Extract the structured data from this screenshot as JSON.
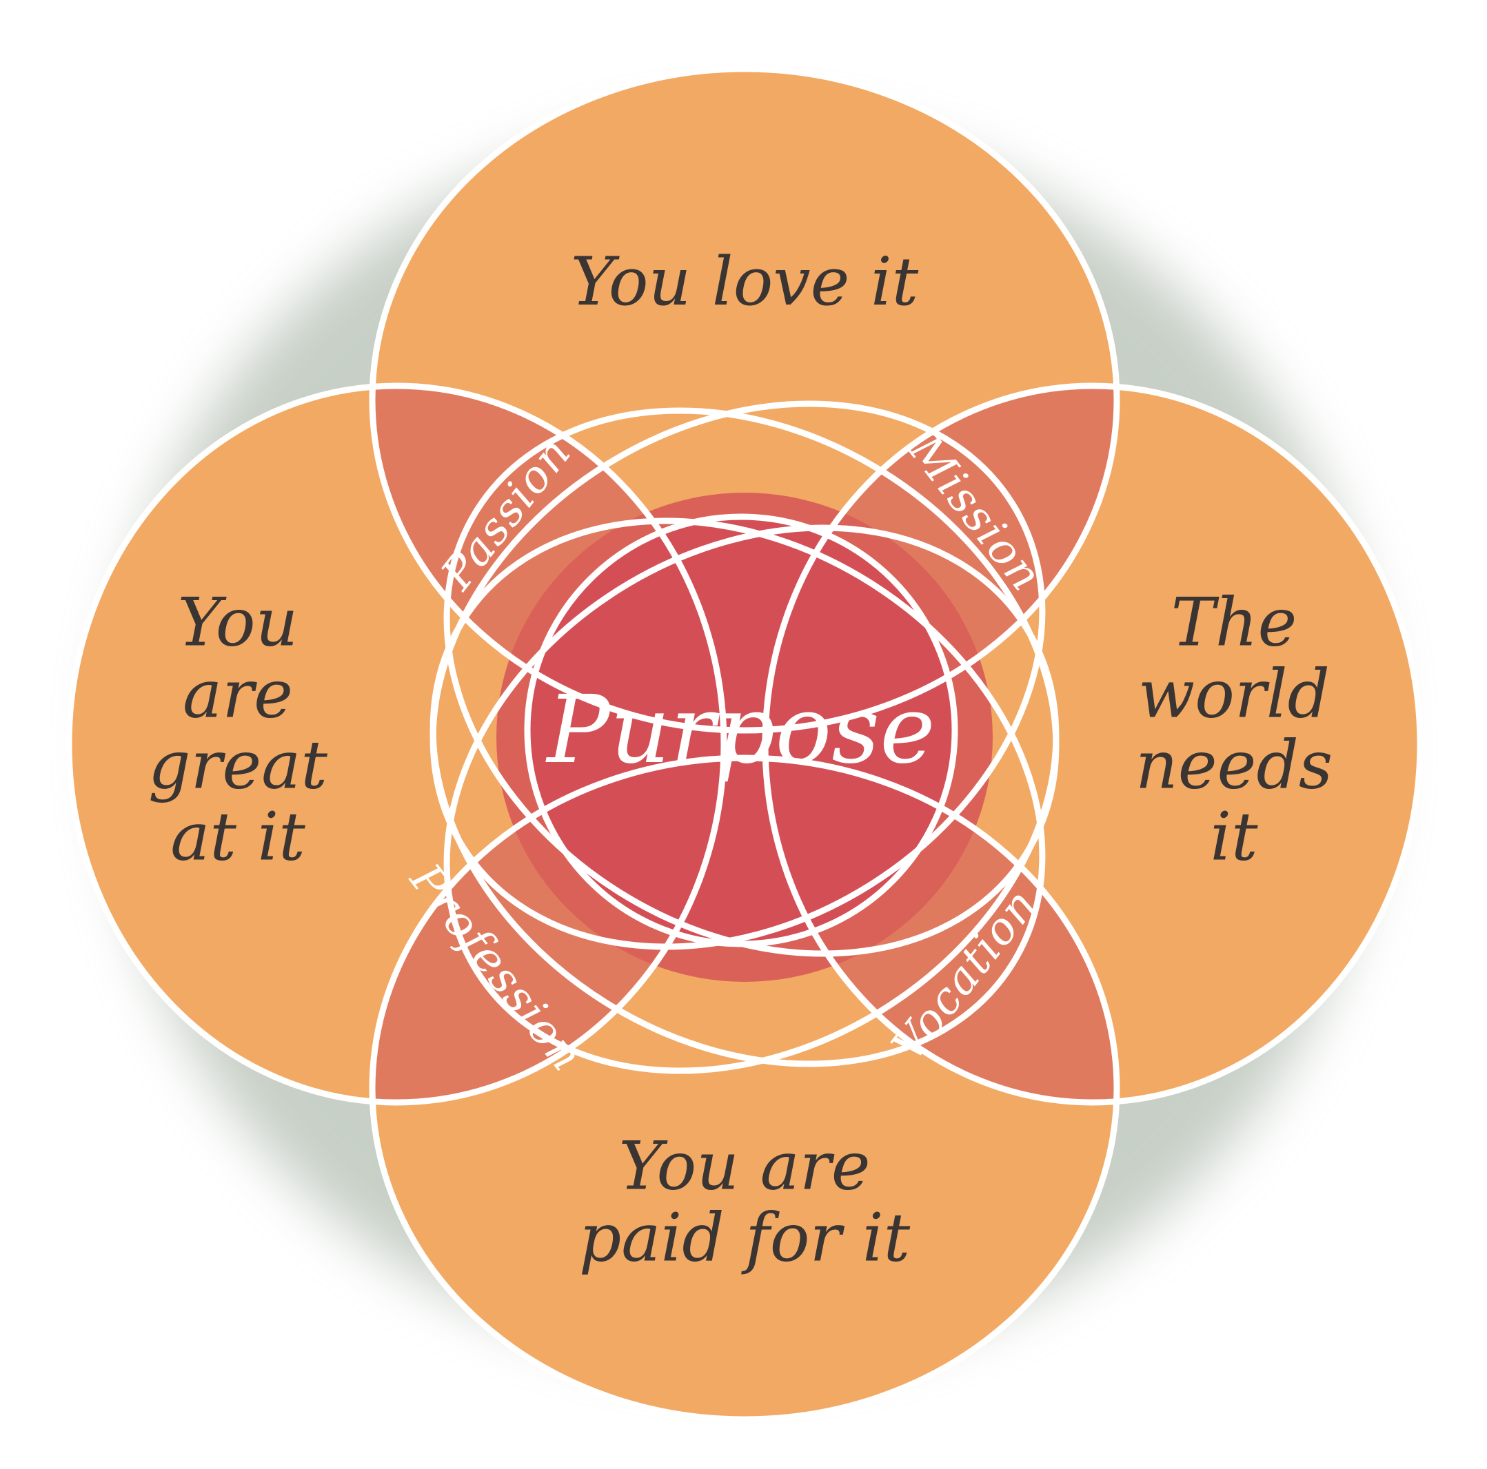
{
  "diagram": {
    "sets": {
      "top": "You love it",
      "left": "You\nare\ngreat\nat it",
      "right": "The\nworld\nneeds\nit",
      "bottom": "You are\npaid for it"
    },
    "overlaps": {
      "top_left": "Passion",
      "top_right": "Mission",
      "bottom_left": "Profession",
      "bottom_right": "Vocation"
    },
    "center": "Purpose"
  },
  "colors": {
    "outer_fill": "#f2a963",
    "overlap_fill": "#e07a5e",
    "center_fill": "#d34f55",
    "stroke": "#ffffff",
    "shadow": "#9aa898",
    "text_dark": "#3a3433",
    "text_light": "#ffffff"
  }
}
